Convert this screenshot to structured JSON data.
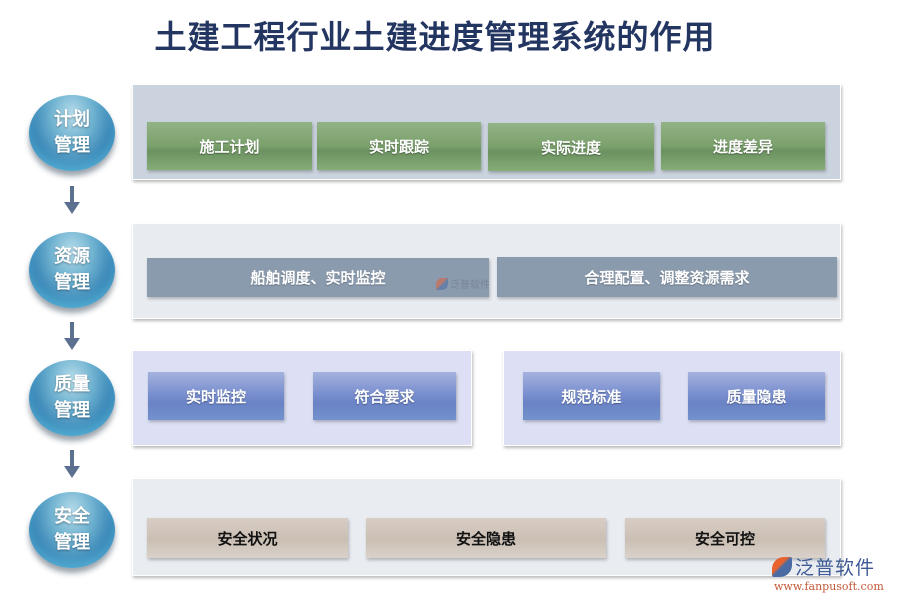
{
  "title": "土建工程行业土建进度管理系统的作用",
  "colors": {
    "title": "#233561",
    "arrow": "#5b6f8f",
    "plan_box": "#7aa06b",
    "resource_box": "#8b9bae",
    "quality_box": "#7a8fcf",
    "safety_box": "#cbbfb4"
  },
  "stages": [
    {
      "line1": "计划",
      "line2": "管理"
    },
    {
      "line1": "资源",
      "line2": "管理"
    },
    {
      "line1": "质量",
      "line2": "管理"
    },
    {
      "line1": "安全",
      "line2": "管理"
    }
  ],
  "plan": {
    "items": [
      "施工计划",
      "实时跟踪",
      "实际进度",
      "进度差异"
    ]
  },
  "resource": {
    "items": [
      "船舶调度、实时监控",
      "合理配置、调整资源需求"
    ]
  },
  "quality": {
    "left_items": [
      "实时监控",
      "符合要求"
    ],
    "right_items": [
      "规范标准",
      "质量隐患"
    ]
  },
  "safety": {
    "items": [
      "安全状况",
      "安全隐患",
      "安全可控"
    ]
  },
  "watermark": {
    "name": "泛普软件",
    "url": "www.fanpusoft.com"
  }
}
